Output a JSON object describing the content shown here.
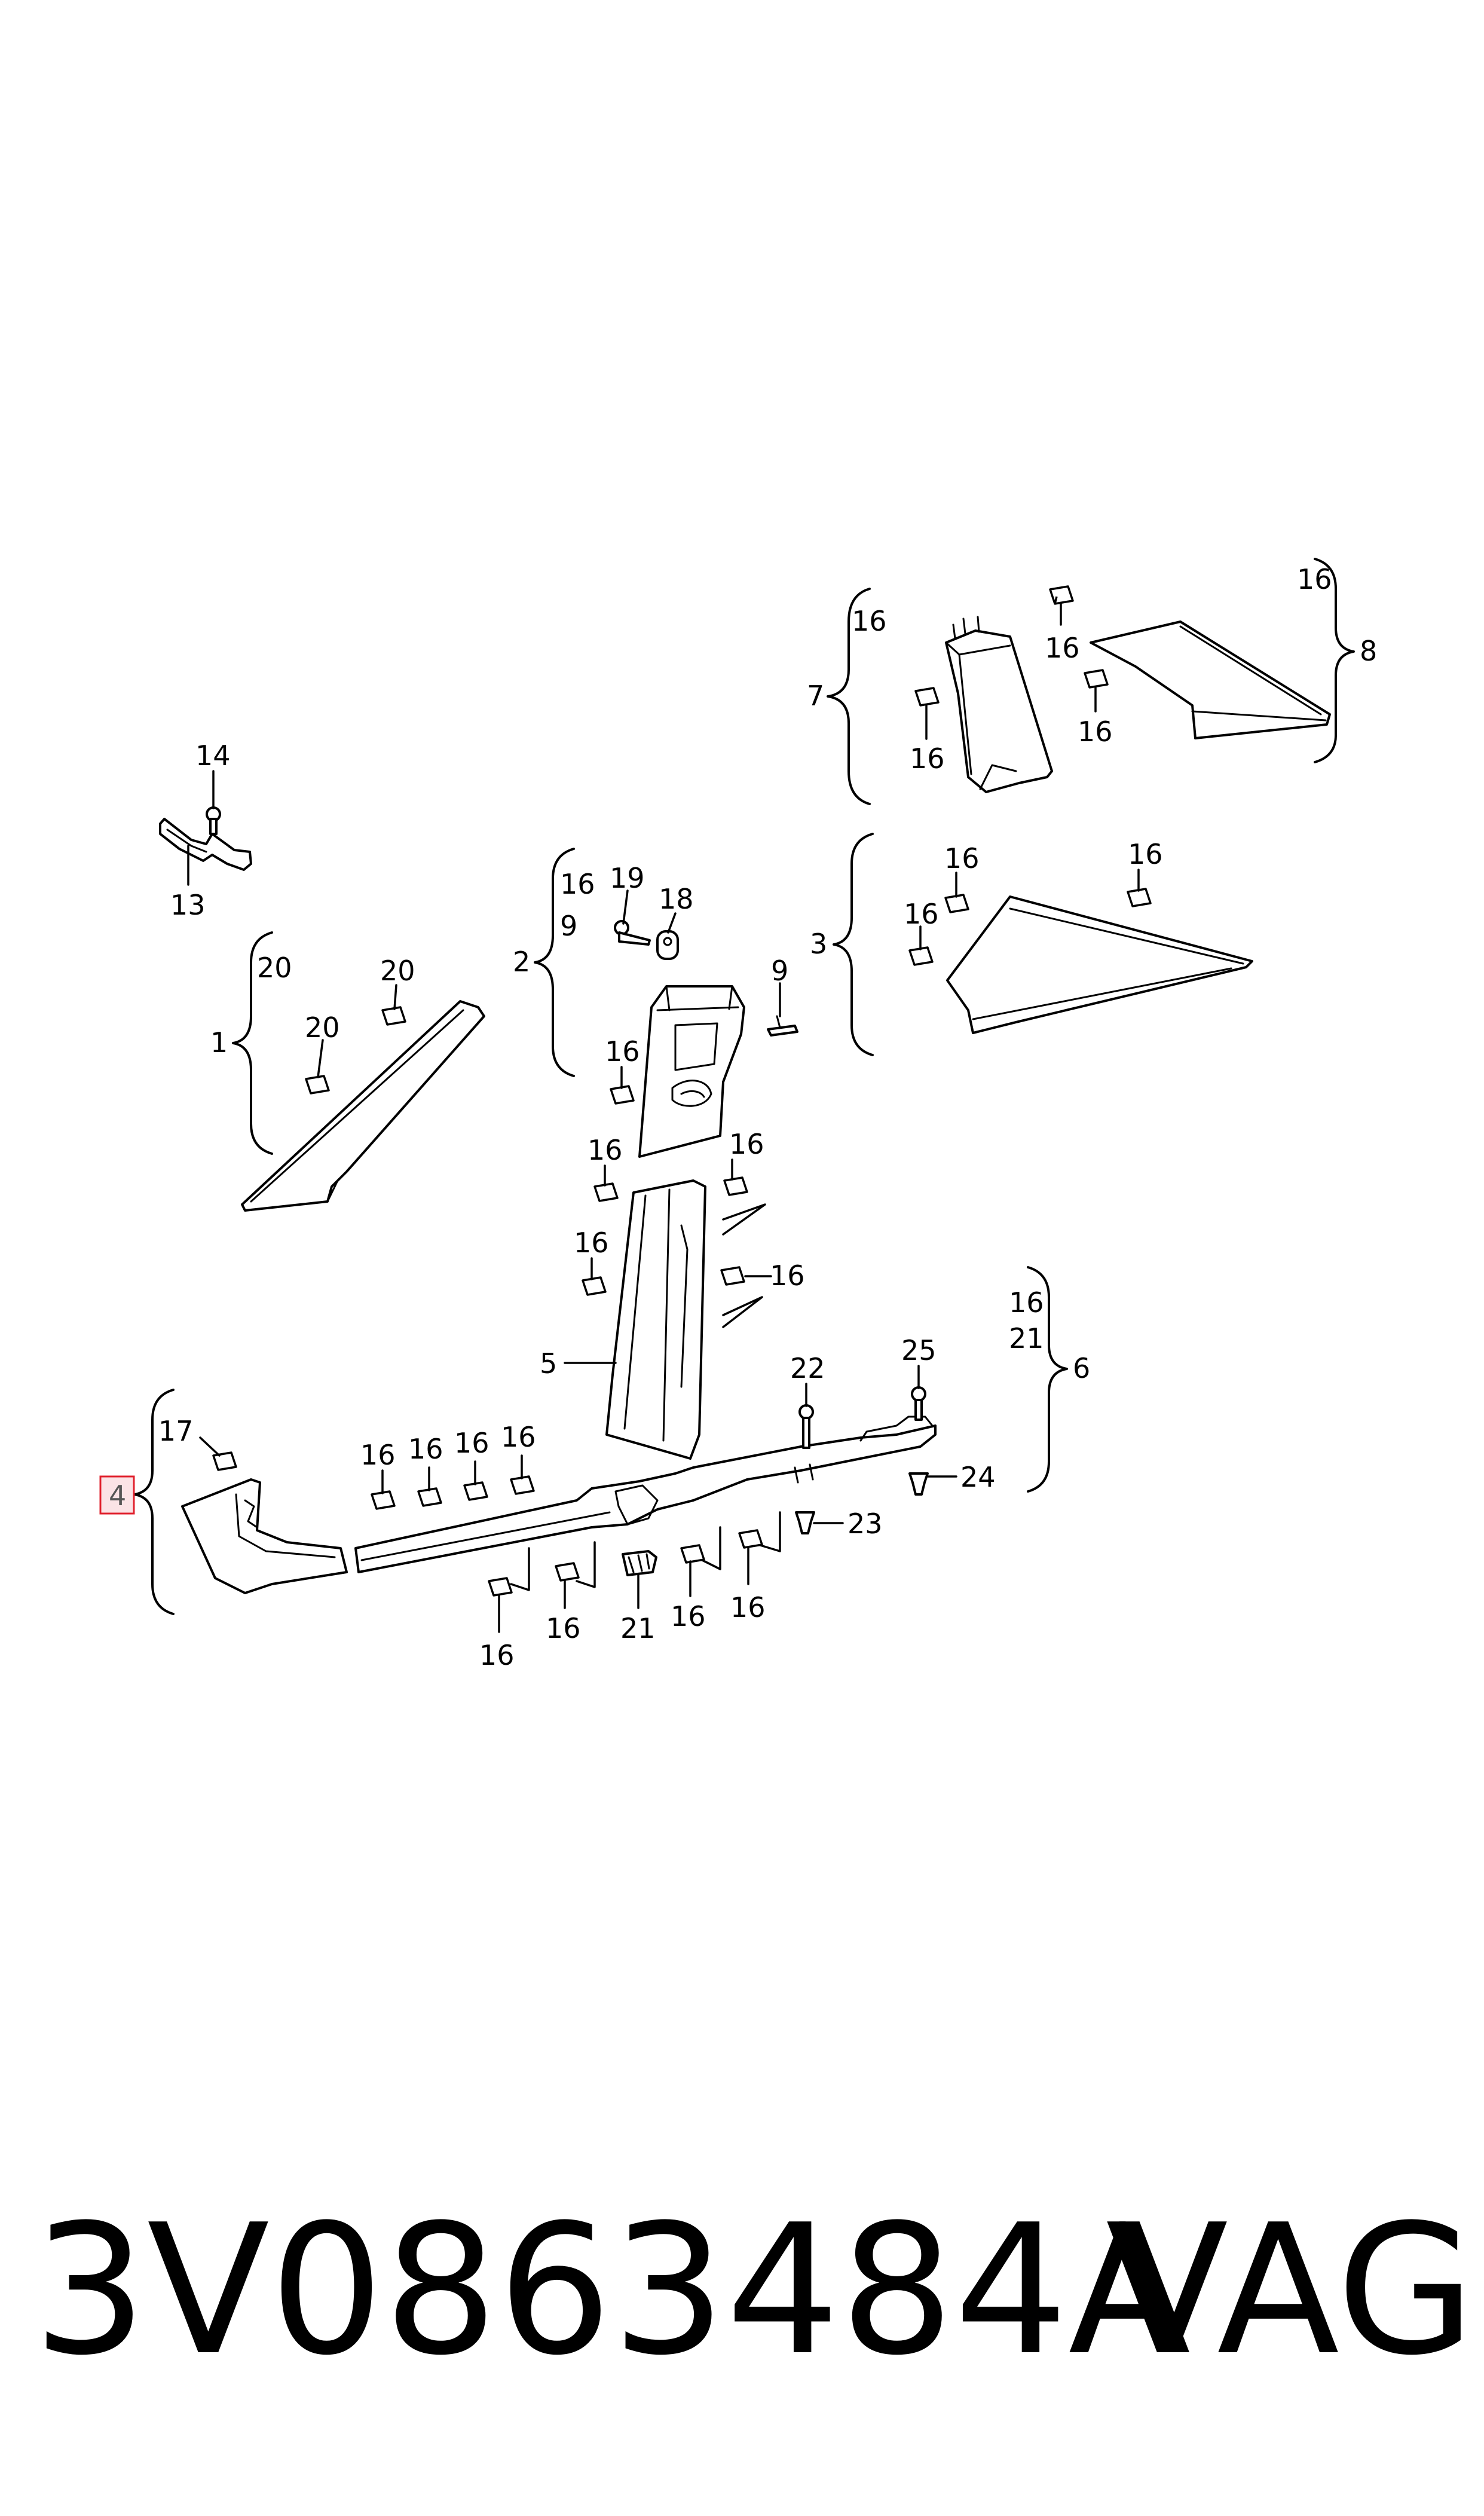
{
  "diagram": {
    "highlight_color": "#e0202c",
    "highlight_fill": "#fbe3e6",
    "highlighted_callout": "4",
    "callouts": {
      "c1": "1",
      "c2": "2",
      "c3": "3",
      "c4": "4",
      "c5": "5",
      "c6": "6",
      "c7": "7",
      "c8": "8",
      "c9_brace": "9",
      "c9_part": "9",
      "c13": "13",
      "c14": "14",
      "c17": "17",
      "c18": "18",
      "c19": "19",
      "c20_brace": "20",
      "c20_clip": "20",
      "c21_brace": "21",
      "c21_clip": "21",
      "c22": "22",
      "c23": "23",
      "c24": "24",
      "c25": "25",
      "c16": "16"
    }
  },
  "footer": {
    "part_number": "3V0863484A",
    "brand": "VAG"
  }
}
